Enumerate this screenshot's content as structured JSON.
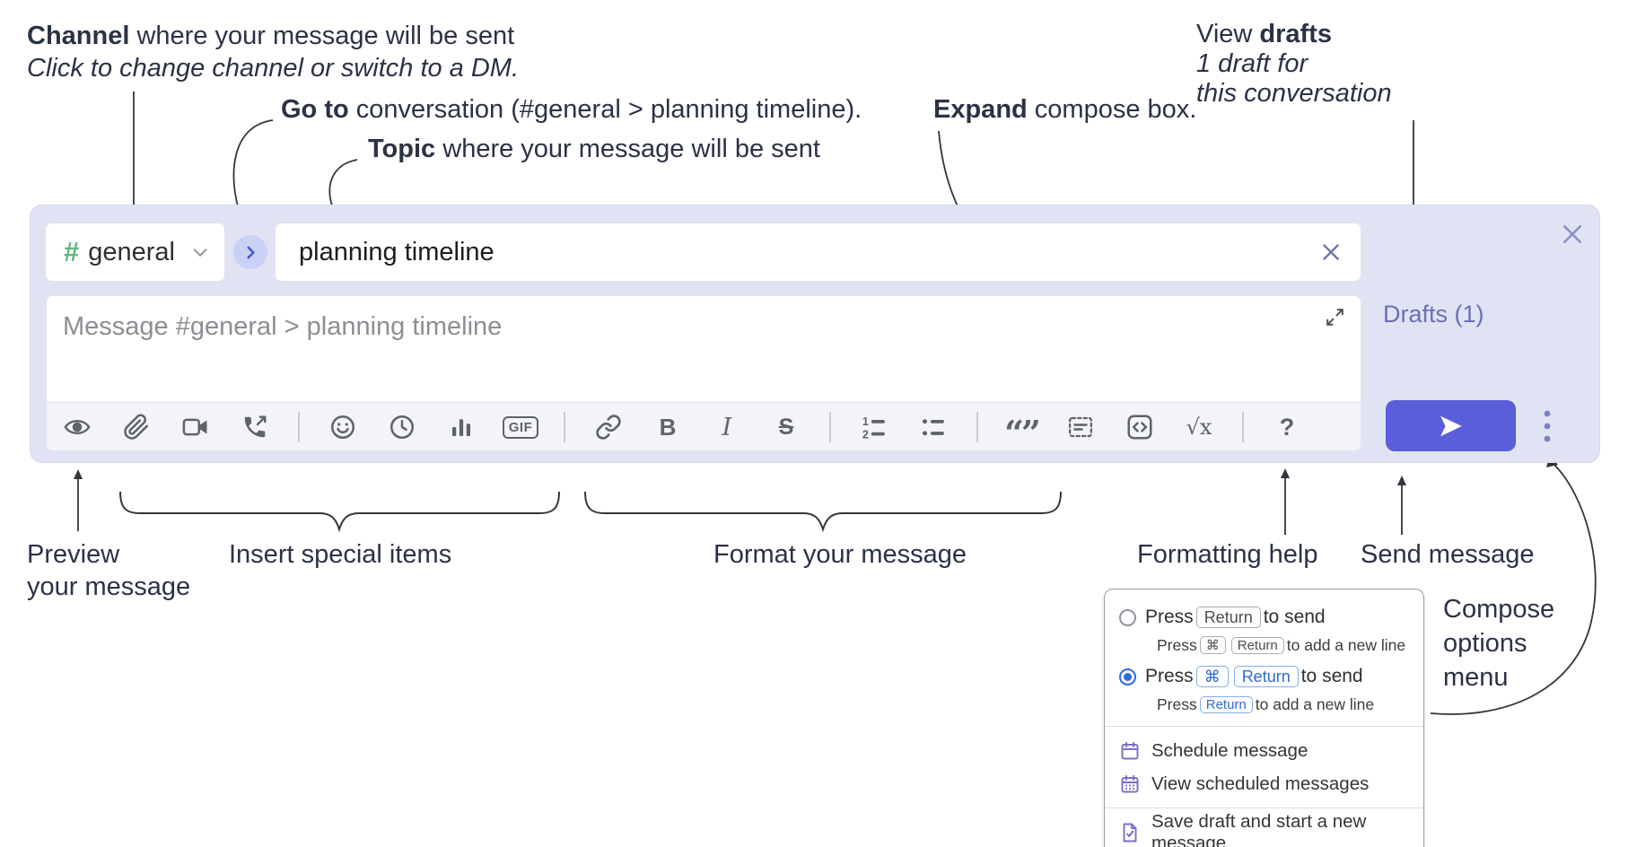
{
  "colors": {
    "accent": "#5a5ed8",
    "compose_background": "#e0e3f3",
    "drafts_link": "#6a70b5",
    "toolbar_icon": "#5f6368",
    "annotation_text": "#2b3245",
    "menu_icon_purple": "#7b6fc7",
    "radio_selected_blue": "#2b6de0",
    "channel_hash_green": "#5fb97c"
  },
  "annotations": {
    "channel_note": {
      "line1": [
        {
          "b": "Channel"
        },
        {
          "t": " where your message will be sent"
        }
      ],
      "line2": [
        {
          "i": "Click to change channel or switch to a DM."
        }
      ]
    },
    "goto_note": [
      {
        "b": "Go to"
      },
      {
        "t": " conversation (#general > planning timeline)."
      }
    ],
    "topic_note": [
      {
        "b": "Topic"
      },
      {
        "t": " where your message will be sent"
      }
    ],
    "expand_note": [
      {
        "b": "Expand"
      },
      {
        "t": " compose box."
      }
    ],
    "drafts_note": {
      "line1": [
        {
          "t": "View "
        },
        {
          "b": "drafts"
        }
      ],
      "line2": [
        {
          "i": "1 draft for"
        }
      ],
      "line3": [
        {
          "i": "this conversation"
        }
      ]
    },
    "preview_label": {
      "line1": [
        {
          "b": "Preview"
        }
      ],
      "line2": [
        {
          "t": "your message"
        }
      ]
    },
    "insert_label": [
      {
        "b": "Insert"
      },
      {
        "t": " special items"
      }
    ],
    "format_label": [
      {
        "b": "Format"
      },
      {
        "t": " your message"
      }
    ],
    "help_label": [
      {
        "t": "Formatting "
      },
      {
        "b": "help"
      }
    ],
    "send_label": [
      {
        "b": "Send"
      },
      {
        "t": " message"
      }
    ],
    "compose_options_label": {
      "line1": [
        {
          "b": "Compose"
        }
      ],
      "line2": [
        {
          "b": "options"
        }
      ],
      "line3": [
        {
          "t": "menu"
        }
      ]
    }
  },
  "compose": {
    "channel": {
      "hash": "#",
      "name": "general"
    },
    "topic": {
      "value": "planning timeline"
    },
    "message": {
      "placeholder": "Message #general > planning timeline"
    },
    "drafts_link": "Drafts (1)",
    "toolbar": {
      "buttons": [
        {
          "name": "preview",
          "icon": "eye-icon"
        },
        {
          "name": "attach-file",
          "icon": "paperclip-icon"
        },
        {
          "name": "start-video-call",
          "icon": "video-camera-icon"
        },
        {
          "name": "start-audio-call",
          "icon": "phone-call-icon"
        },
        {
          "sep": true
        },
        {
          "name": "add-emoji",
          "icon": "smiley-icon"
        },
        {
          "name": "add-global-time",
          "icon": "clock-icon"
        },
        {
          "name": "add-poll",
          "icon": "poll-bars-icon"
        },
        {
          "name": "add-gif",
          "icon": "gif-icon",
          "label": "GIF"
        },
        {
          "sep": true
        },
        {
          "name": "insert-link",
          "icon": "link-icon"
        },
        {
          "name": "bold",
          "icon": "bold-icon",
          "label": "B"
        },
        {
          "name": "italic",
          "icon": "italic-icon",
          "label": "I"
        },
        {
          "name": "strikethrough",
          "icon": "strikethrough-icon",
          "label": "S"
        },
        {
          "sep": true
        },
        {
          "name": "numbered-list",
          "icon": "numbered-list-icon"
        },
        {
          "name": "bulleted-list",
          "icon": "bulleted-list-icon"
        },
        {
          "sep": true
        },
        {
          "name": "quote",
          "icon": "quote-icon",
          "label": "“”"
        },
        {
          "name": "spoiler",
          "icon": "spoiler-icon"
        },
        {
          "name": "code",
          "icon": "code-icon"
        },
        {
          "name": "math",
          "icon": "math-icon",
          "label": "√x"
        },
        {
          "sep": true
        },
        {
          "name": "formatting-help",
          "icon": "help-icon",
          "label": "?"
        }
      ]
    }
  },
  "popup": {
    "options": [
      {
        "name": "press-return-to-send",
        "selected": false,
        "main": [
          {
            "t": "Press"
          },
          {
            "k": "Return"
          },
          {
            "t": "to send"
          }
        ],
        "sub": [
          {
            "t": "Press"
          },
          {
            "k": "⌘"
          },
          {
            "k": "Return"
          },
          {
            "t": "to add a new line"
          }
        ]
      },
      {
        "name": "press-cmd-return-to-send",
        "selected": true,
        "main": [
          {
            "t": "Press"
          },
          {
            "k": "⌘",
            "blue": true
          },
          {
            "k": "Return",
            "blue": true
          },
          {
            "t": "to send"
          }
        ],
        "sub": [
          {
            "t": "Press"
          },
          {
            "k": "Return",
            "blue": true
          },
          {
            "t": "to add a new line"
          }
        ]
      }
    ],
    "items": [
      {
        "name": "schedule-message",
        "icon": "calendar-icon",
        "label": "Schedule message"
      },
      {
        "name": "view-scheduled-messages",
        "icon": "calendar-grid-icon",
        "label": "View scheduled messages"
      },
      {
        "divider": true
      },
      {
        "name": "save-draft-new-message",
        "icon": "save-draft-icon",
        "label": "Save draft and start a new message"
      }
    ]
  }
}
